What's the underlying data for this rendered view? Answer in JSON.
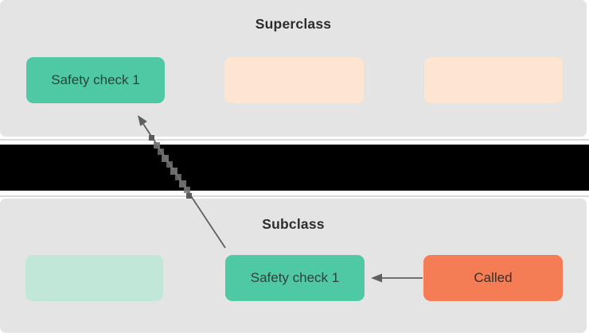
{
  "superclass": {
    "title": "Superclass",
    "boxes": [
      {
        "id": "superclass-safety-check",
        "label": "Safety check 1",
        "color": "#4fc9a3"
      },
      {
        "id": "superclass-placeholder-1",
        "label": "",
        "color": "#fde5d2"
      },
      {
        "id": "superclass-placeholder-2",
        "label": "",
        "color": "#fde5d2"
      }
    ]
  },
  "subclass": {
    "title": "Subclass",
    "boxes": [
      {
        "id": "subclass-placeholder-1",
        "label": "",
        "color": "#c1e7d9"
      },
      {
        "id": "subclass-safety-check",
        "label": "Safety check 1",
        "color": "#4fc9a3"
      },
      {
        "id": "subclass-called",
        "label": "Called",
        "color": "#f57d56"
      }
    ]
  },
  "connectors": [
    {
      "id": "override-arrow",
      "from": "subclass-safety-check",
      "to": "superclass-safety-check",
      "direction": "up-diagonal",
      "color": "#5f5f5f"
    },
    {
      "id": "call-arrow",
      "from": "subclass-called",
      "to": "subclass-safety-check",
      "direction": "left-horizontal",
      "color": "#5f5f5f"
    }
  ],
  "colors": {
    "background": "#ffffff",
    "panel_gray": "#e5e4e4",
    "separator_band_black": "#000000",
    "safety_check_green": "#4fc9a3",
    "placeholder_peach": "#fde5d2",
    "placeholder_mint": "#c1e7d9",
    "called_orange": "#f57d56",
    "arrow_gray": "#5f5f5f",
    "title_text": "#2d2d2d",
    "box_text": "#333333"
  }
}
